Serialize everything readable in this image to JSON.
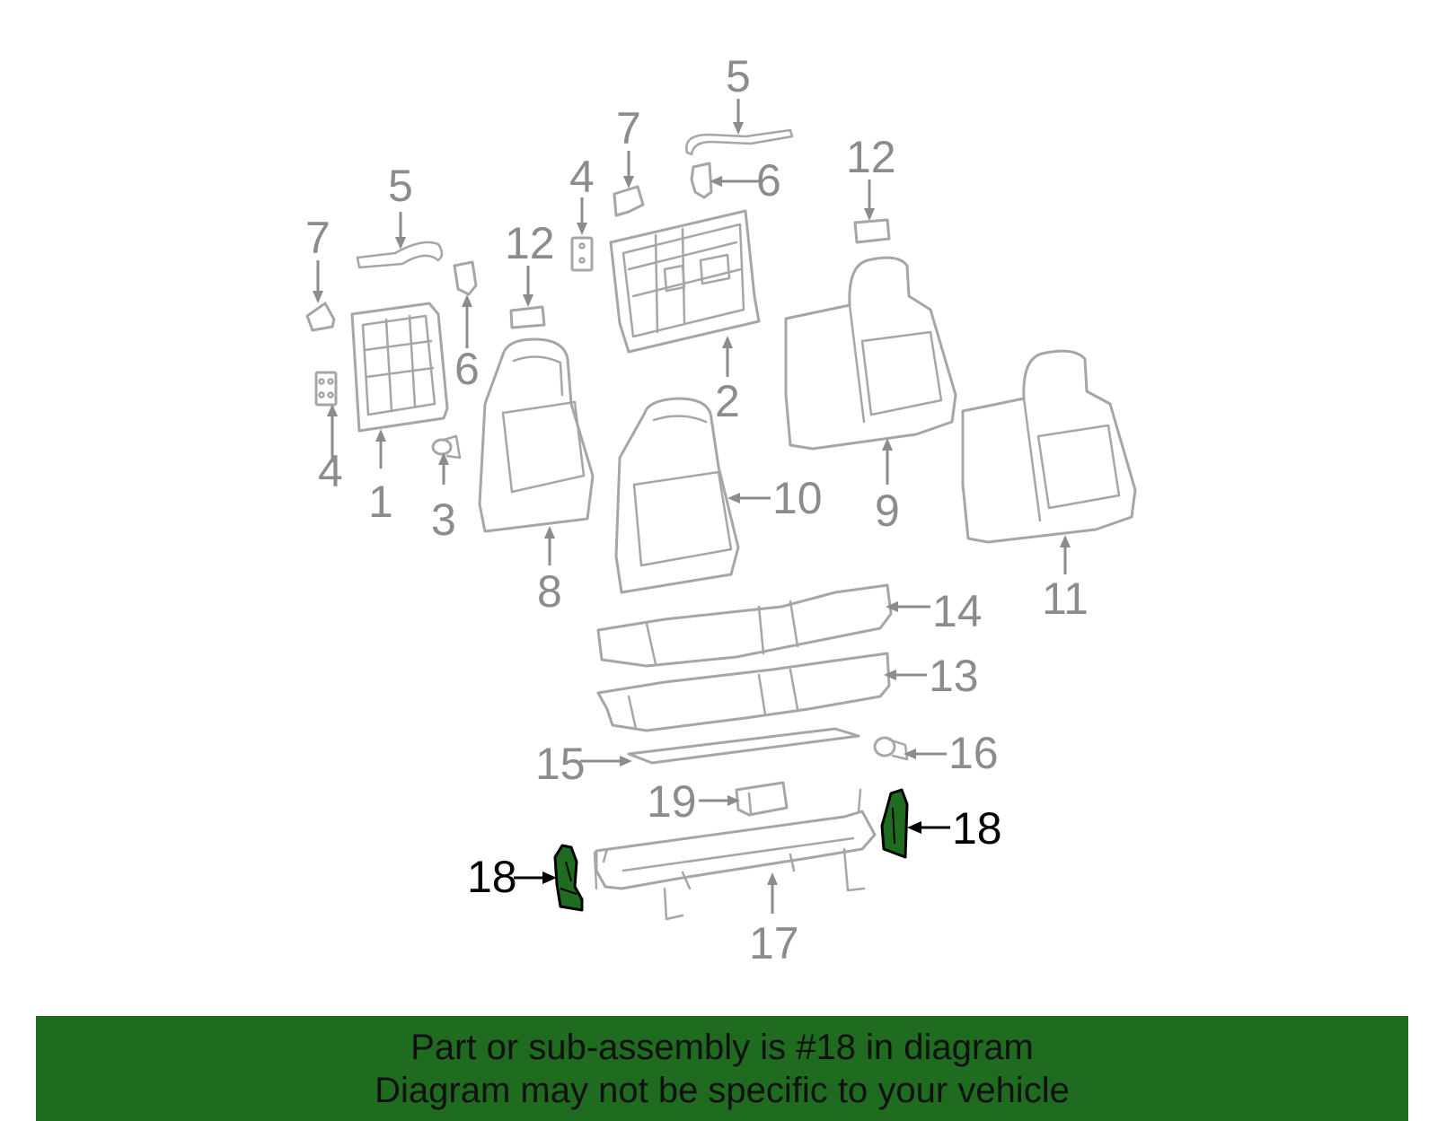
{
  "diagram": {
    "highlighted_part": "18",
    "colors": {
      "highlight": "#1f6b1f",
      "parts": "#a6a6a6",
      "labels": "#8c8c8c",
      "highlight_label": "#000000"
    },
    "callouts": [
      {
        "id": "c-5a",
        "text": "5"
      },
      {
        "id": "c-7a",
        "text": "7"
      },
      {
        "id": "c-4a",
        "text": "4"
      },
      {
        "id": "c-12a",
        "text": "12"
      },
      {
        "id": "c-5b",
        "text": "5"
      },
      {
        "id": "c-7b",
        "text": "7"
      },
      {
        "id": "c-6a",
        "text": "6"
      },
      {
        "id": "c-6b",
        "text": "6"
      },
      {
        "id": "c-12b",
        "text": "12"
      },
      {
        "id": "c-4b",
        "text": "4"
      },
      {
        "id": "c-1",
        "text": "1"
      },
      {
        "id": "c-3",
        "text": "3"
      },
      {
        "id": "c-2",
        "text": "2"
      },
      {
        "id": "c-10",
        "text": "10"
      },
      {
        "id": "c-9",
        "text": "9"
      },
      {
        "id": "c-8",
        "text": "8"
      },
      {
        "id": "c-11",
        "text": "11"
      },
      {
        "id": "c-14",
        "text": "14"
      },
      {
        "id": "c-13",
        "text": "13"
      },
      {
        "id": "c-15",
        "text": "15"
      },
      {
        "id": "c-16",
        "text": "16"
      },
      {
        "id": "c-19",
        "text": "19"
      },
      {
        "id": "c-18a",
        "text": "18"
      },
      {
        "id": "c-18b",
        "text": "18"
      },
      {
        "id": "c-17",
        "text": "17"
      }
    ]
  },
  "banner": {
    "line1": "Part or sub-assembly is #18 in diagram",
    "line2": "Diagram may not be specific to your vehicle"
  }
}
